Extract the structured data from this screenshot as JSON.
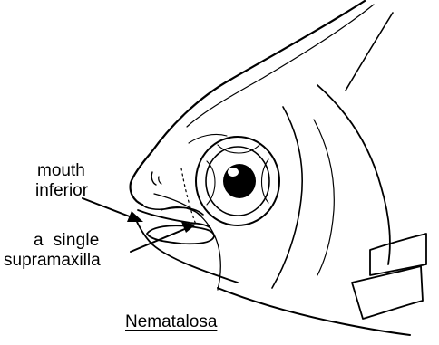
{
  "labels": {
    "mouth_line1": "mouth",
    "mouth_line2": "inferior",
    "supramaxilla_line1": "a  single",
    "supramaxilla_line2": "supramaxilla",
    "genus": "Nematalosa"
  },
  "colors": {
    "ink": "#000000",
    "background": "#ffffff"
  }
}
